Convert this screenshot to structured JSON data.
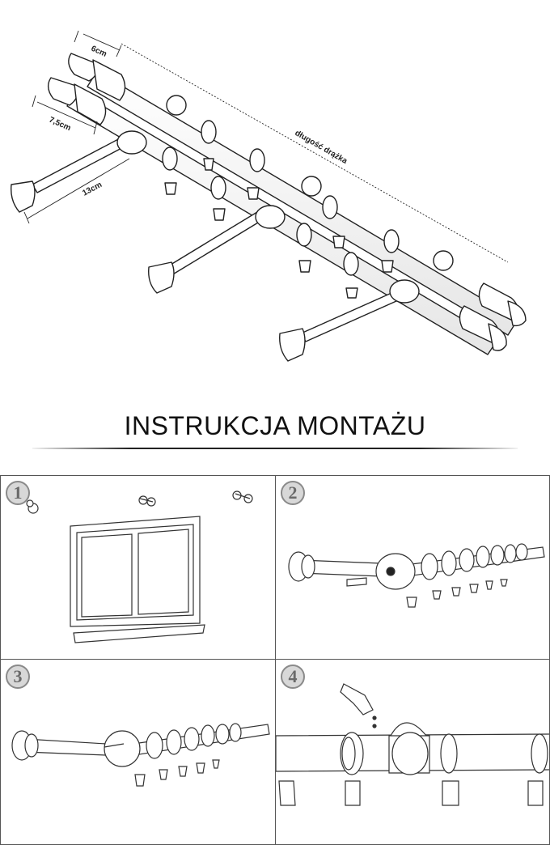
{
  "dimensions": {
    "depth_short": "6cm",
    "depth_long": "7,5cm",
    "bracket": "13cm",
    "rod_length": "długość drążka"
  },
  "title": "INSTRUKCJA MONTAŻU",
  "steps": [
    {
      "number": "1"
    },
    {
      "number": "2"
    },
    {
      "number": "3"
    },
    {
      "number": "4"
    }
  ]
}
